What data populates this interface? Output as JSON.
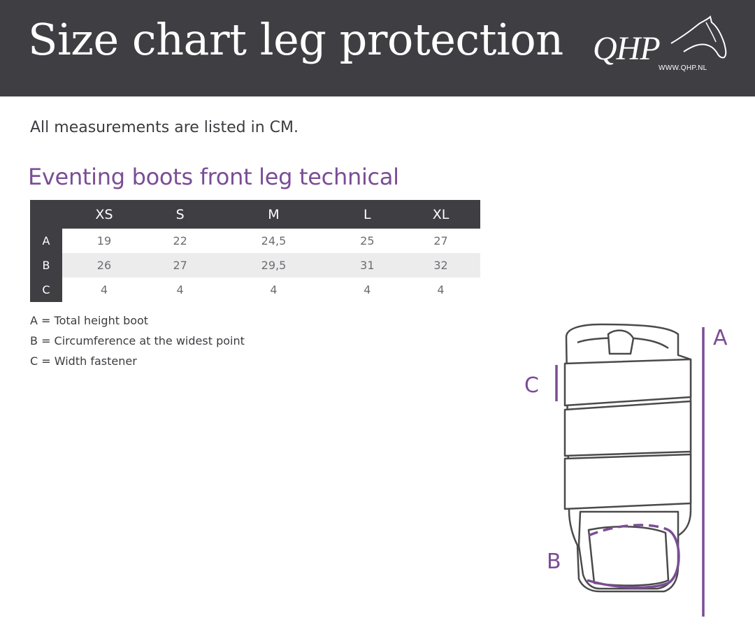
{
  "header": {
    "title": "Size chart leg protection",
    "logo_text": "QHP",
    "logo_url": "WWW.QHP.NL"
  },
  "intro": "All measurements are listed in CM.",
  "section": {
    "title": "Eventing boots front leg technical"
  },
  "table": {
    "columns": [
      "XS",
      "S",
      "M",
      "L",
      "XL"
    ],
    "rows": [
      {
        "label": "A",
        "values": [
          "19",
          "22",
          "24,5",
          "25",
          "27"
        ]
      },
      {
        "label": "B",
        "values": [
          "26",
          "27",
          "29,5",
          "31",
          "32"
        ]
      },
      {
        "label": "C",
        "values": [
          "4",
          "4",
          "4",
          "4",
          "4"
        ]
      }
    ]
  },
  "legend": [
    "A = Total height boot",
    "B = Circumference at the widest point",
    "C = Width fastener"
  ],
  "diagram": {
    "label_a": "A",
    "label_b": "B",
    "label_c": "C",
    "accent_color": "#7a4d95",
    "outline_color": "#4a4a4a"
  },
  "colors": {
    "header_bg": "#3f3e43",
    "accent": "#7a4d95",
    "row_shade": "#ececec"
  }
}
